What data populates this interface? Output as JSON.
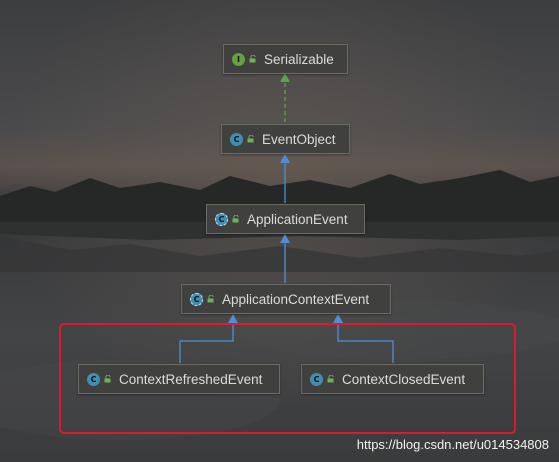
{
  "diagram": {
    "nodes": [
      {
        "id": "serializable",
        "kind": "interface",
        "kind_letter": "I",
        "label": "Serializable"
      },
      {
        "id": "event-object",
        "kind": "class",
        "kind_letter": "C",
        "label": "EventObject"
      },
      {
        "id": "application-event",
        "kind": "abstract-class",
        "kind_letter": "C",
        "label": "ApplicationEvent"
      },
      {
        "id": "application-context-event",
        "kind": "abstract-class",
        "kind_letter": "C",
        "label": "ApplicationContextEvent"
      },
      {
        "id": "context-refreshed-event",
        "kind": "class",
        "kind_letter": "C",
        "label": "ContextRefreshedEvent"
      },
      {
        "id": "context-closed-event",
        "kind": "class",
        "kind_letter": "C",
        "label": "ContextClosedEvent"
      }
    ],
    "edges": [
      {
        "from": "event-object",
        "to": "serializable",
        "type": "implements"
      },
      {
        "from": "application-event",
        "to": "event-object",
        "type": "extends"
      },
      {
        "from": "application-context-event",
        "to": "application-event",
        "type": "extends"
      },
      {
        "from": "context-refreshed-event",
        "to": "application-context-event",
        "type": "extends"
      },
      {
        "from": "context-closed-event",
        "to": "application-context-event",
        "type": "extends"
      }
    ],
    "highlight": {
      "nodes": [
        "context-refreshed-event",
        "context-closed-event"
      ],
      "color": "#e0182d"
    }
  },
  "colors": {
    "implements_edge": "#5aa544",
    "extends_edge": "#4c8fd8",
    "node_background": "#40413f"
  },
  "icons": {
    "node_visibility": "unlock-icon",
    "class_marker": "class-c-icon",
    "interface_marker": "interface-i-icon"
  },
  "watermark": "https://blog.csdn.net/u014534808"
}
